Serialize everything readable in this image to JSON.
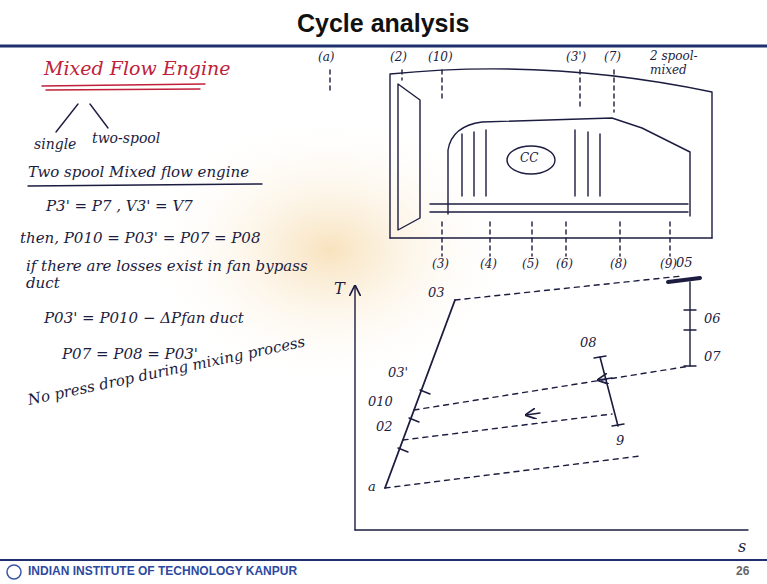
{
  "diagram": {
    "title": "Cycle analysis",
    "labels": [
      "Mixed Flow Engine",
      "single",
      "two-spool",
      "Two spool Mixed flow engine",
      "P3' = P7 , V3' = V7",
      "then, P010 = P03' = P07 = P08",
      "if there are losses exist in fan bypass duct",
      "P03' = P010 − ΔPfan duct",
      "P07 = P08 = P03'",
      "No press drop during mixing process",
      "(a)",
      "(2)",
      "(10)",
      "(3')",
      "(7)",
      "2 spool-mixed",
      "CC",
      "(3)",
      "(4)",
      "(5)",
      "(6)",
      "(8)",
      "(9)",
      "T",
      "s",
      "a",
      "02",
      "010",
      "03'",
      "03",
      "05",
      "06",
      "07",
      "08",
      "9",
      "INDIAN INSTITUTE OF TECHNOLOGY KANPUR",
      "26"
    ]
  }
}
